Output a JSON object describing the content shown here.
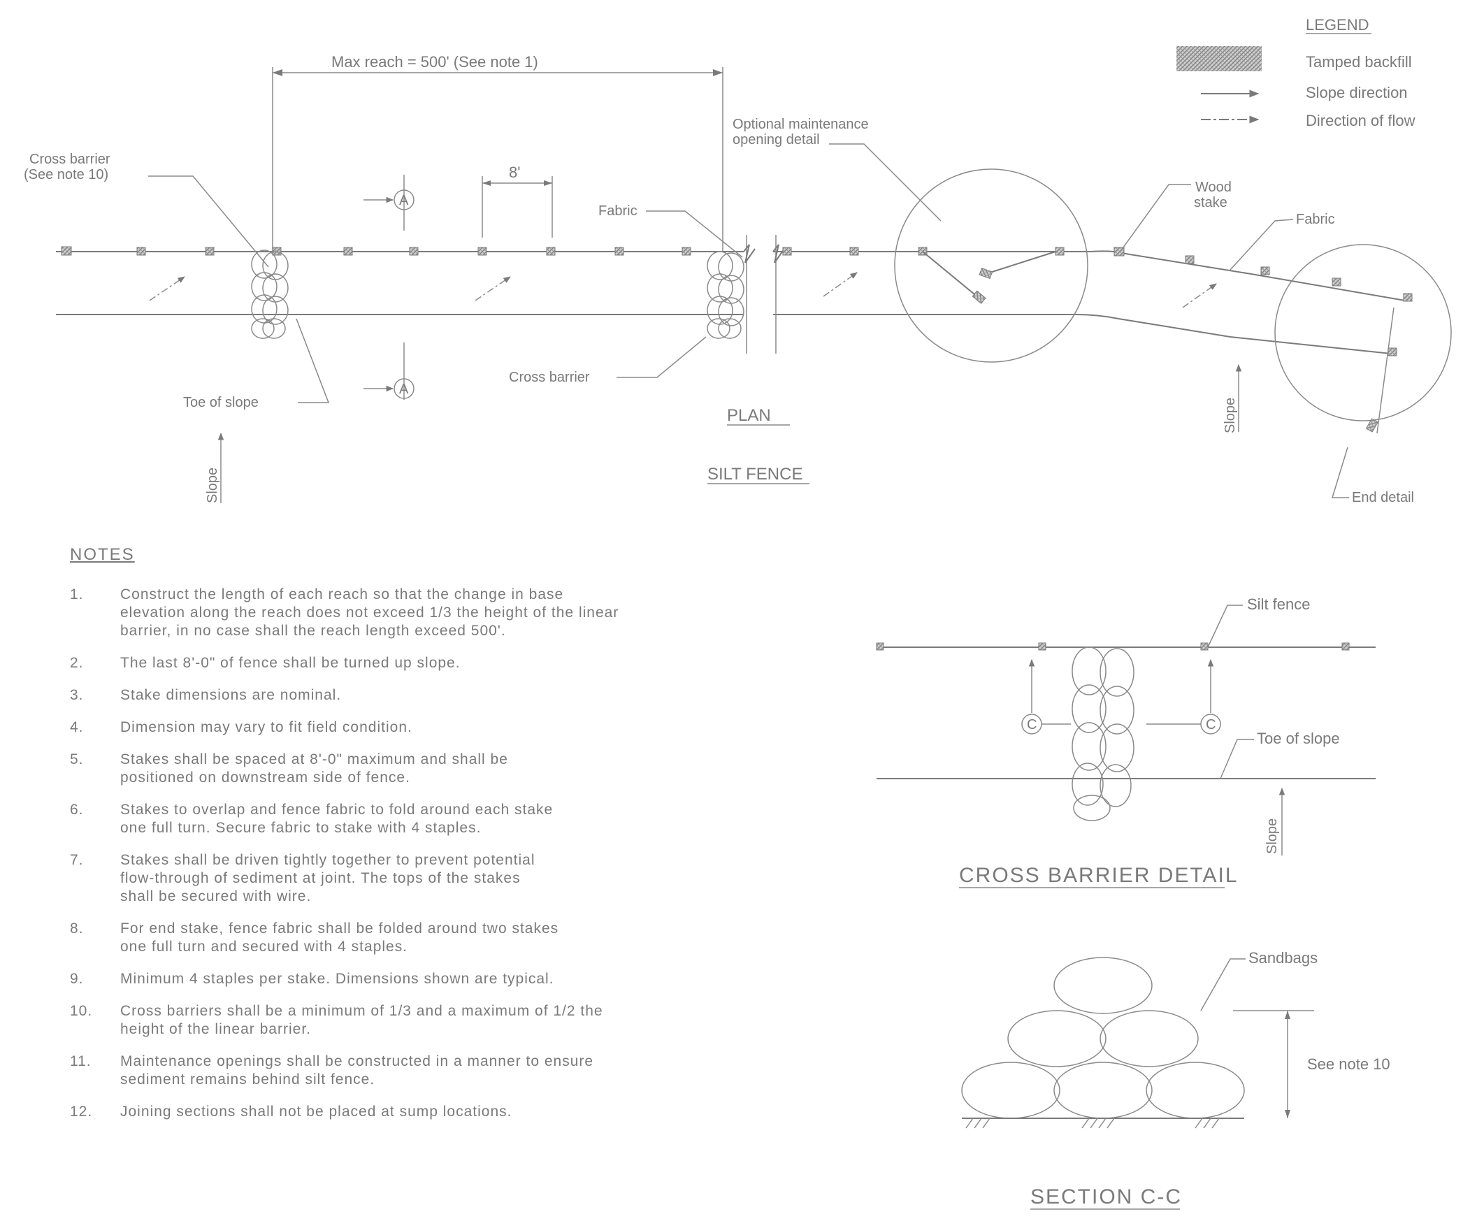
{
  "legend": {
    "title": "LEGEND",
    "items": [
      {
        "symbol": "hatched-fill",
        "label": "Tamped backfill"
      },
      {
        "symbol": "solid-arrow",
        "label": "Slope direction"
      },
      {
        "symbol": "broken-arrow",
        "label": "Direction of flow"
      }
    ]
  },
  "plan": {
    "max_reach": "Max reach = 500' (See note 1)",
    "cross_barrier_note": "Cross barrier\n(See note 10)",
    "spacing": "8'",
    "fabric_1": "Fabric",
    "maintenance_opening": "Optional maintenance\nopening detail",
    "wood_stake": "Wood\nstake",
    "fabric_2": "Fabric",
    "section_mark": "A",
    "cross_barrier": "Cross barrier",
    "toe_of_slope": "Toe of slope",
    "slope": "Slope",
    "end_detail": "End detail",
    "plan_title": "PLAN",
    "fence_title": "SILT FENCE"
  },
  "notes": {
    "title": "NOTES",
    "items": [
      {
        "num": "1.",
        "text": "Construct the length of each reach so that the change in base\nelevation along the reach does not exceed 1/3 the height of the linear\nbarrier, in no case shall the reach length exceed 500'."
      },
      {
        "num": "2.",
        "text": "The last 8'-0\" of fence shall be turned up slope."
      },
      {
        "num": "3.",
        "text": "Stake dimensions are nominal."
      },
      {
        "num": "4.",
        "text": "Dimension may vary to fit field condition."
      },
      {
        "num": "5.",
        "text": "Stakes shall be spaced at 8'-0\" maximum and shall be\n positioned on downstream side of fence."
      },
      {
        "num": "6.",
        "text": "Stakes to overlap and fence fabric to fold around each stake\n one full turn.  Secure fabric to stake with 4 staples."
      },
      {
        "num": "7.",
        "text": "Stakes shall be driven tightly together to prevent potential\n flow-through of sediment at joint.  The tops of the stakes\n shall be secured with wire."
      },
      {
        "num": "8.",
        "text": "For end stake, fence fabric shall be folded around two stakes\n one full turn and secured with 4 staples."
      },
      {
        "num": "9.",
        "text": "Minimum 4 staples per stake. Dimensions shown are typical."
      },
      {
        "num": "10.",
        "text": "Cross barriers shall be a minimum of  1/3 and a maximum of  1/2 the\n height of the linear barrier."
      },
      {
        "num": "11.",
        "text": "Maintenance openings shall be constructed in a manner to ensure\n sediment remains behind silt fence."
      },
      {
        "num": "12.",
        "text": "Joining sections shall not be placed at sump locations."
      }
    ]
  },
  "cross_barrier_detail": {
    "silt_fence": "Silt fence",
    "section_mark": "C",
    "toe_of_slope": "Toe of slope",
    "slope": "Slope",
    "title": "CROSS BARRIER DETAIL"
  },
  "section_cc": {
    "sandbags": "Sandbags",
    "see_note": "See note 10",
    "title": "SECTION C-C"
  }
}
